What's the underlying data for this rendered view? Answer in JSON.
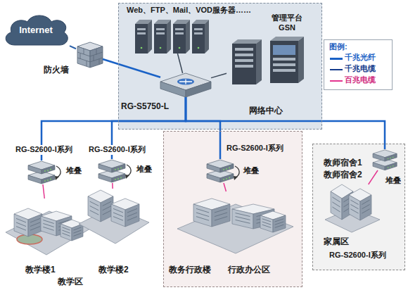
{
  "diagram": {
    "nodes": [
      {
        "text": [
          "Internet"
        ]
      },
      {
        "text": [
          "防火墙"
        ]
      },
      {
        "text": [
          "网络中心"
        ]
      },
      {
        "text": [
          "Web、FTP、Mail、VOD服务器……"
        ],
        "in": 2
      },
      {
        "text": [
          "管理平台 GSN"
        ],
        "in": 2
      },
      {
        "text": [
          "RG-S5750-L"
        ],
        "in": 2
      },
      {
        "text": [
          "RG-S2600-I系列",
          "堆叠"
        ]
      },
      {
        "text": [
          "教学楼1"
        ]
      },
      {
        "text": [
          "RG-S2600-I系列",
          "堆叠"
        ]
      },
      {
        "text": [
          "教学楼2"
        ]
      },
      {
        "text": [
          "行政办公区"
        ]
      },
      {
        "text": [
          "RG-S2600-I系列",
          "堆叠"
        ],
        "in": 10
      },
      {
        "text": [
          "教务行政楼"
        ],
        "in": 10
      },
      {
        "text": [
          "家属区"
        ]
      },
      {
        "text": [
          "教师宿舍1",
          "教师宿舍2"
        ],
        "in": 13
      },
      {
        "text": [
          "堆叠",
          "RG-S2600-I系列"
        ],
        "in": 13
      }
    ],
    "edges": [
      {
        "from": 0,
        "to": 1,
        "arrow": "none"
      },
      {
        "from": 1,
        "to": 5,
        "arrow": "none"
      },
      {
        "from": 5,
        "to": 3,
        "arrow": "none"
      },
      {
        "from": 5,
        "to": 4,
        "arrow": "none"
      },
      {
        "from": 5,
        "to": 6,
        "arrow": "none"
      },
      {
        "from": 5,
        "to": 8,
        "arrow": "none"
      },
      {
        "from": 5,
        "to": 11,
        "arrow": "none"
      },
      {
        "from": 5,
        "to": 15,
        "arrow": "none"
      },
      {
        "from": 6,
        "to": 7,
        "arrow": "none"
      },
      {
        "from": 8,
        "to": 9,
        "arrow": "none"
      },
      {
        "from": 11,
        "to": 12,
        "arrow": "none"
      },
      {
        "from": 15,
        "to": 14,
        "arrow": "none"
      }
    ],
    "labels": [
      "图例:",
      "教学区"
    ],
    "legend": [
      {
        "text": "千兆光纤"
      },
      {
        "text": "千兆电缆"
      },
      {
        "text": "百兆电缆"
      }
    ]
  }
}
